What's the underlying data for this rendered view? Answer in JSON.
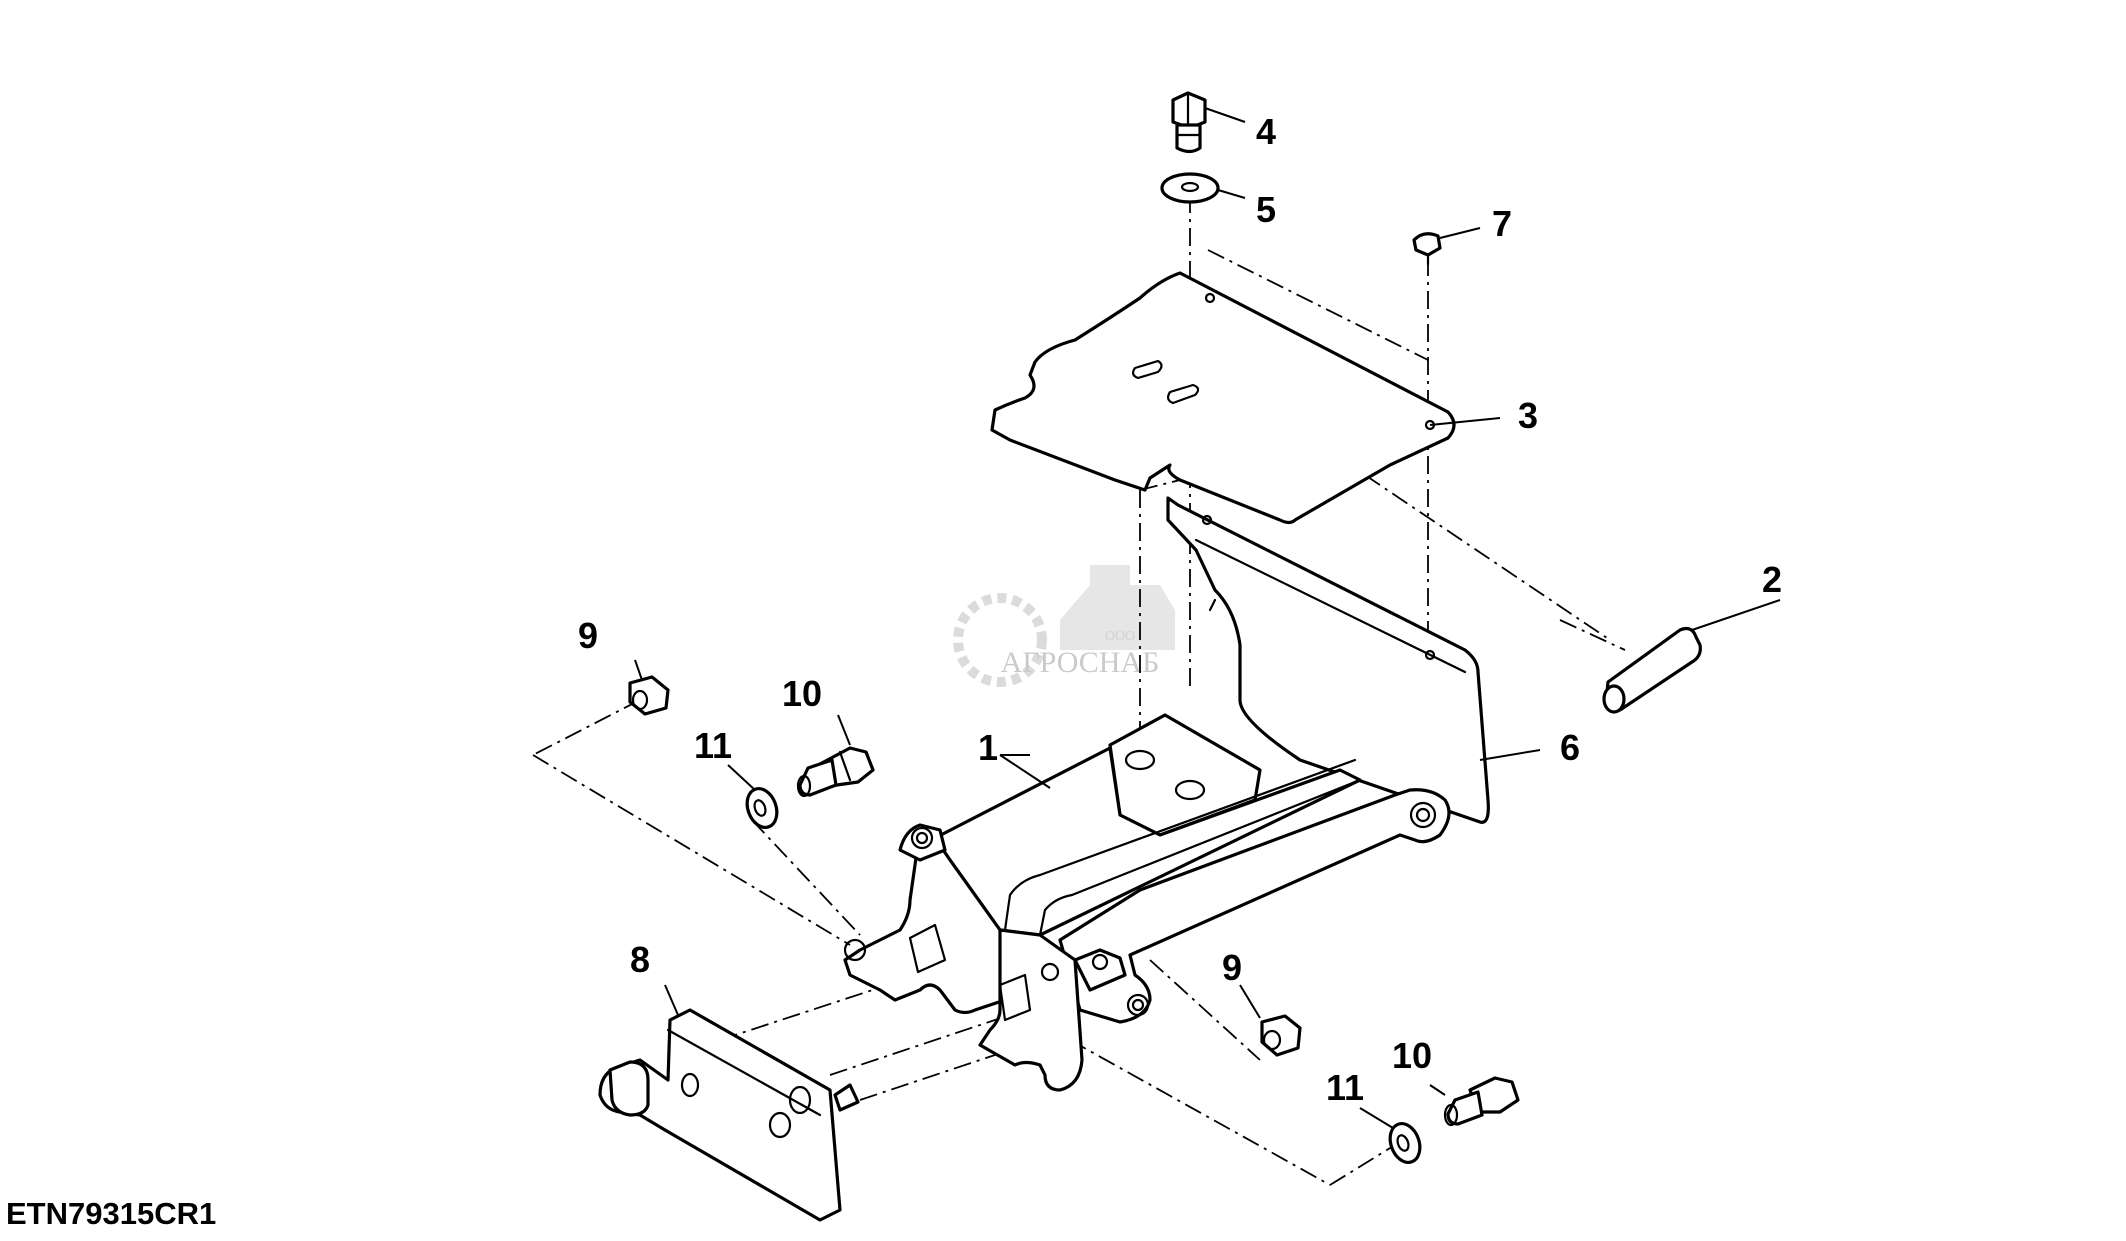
{
  "figure": {
    "id": "ETN79315CR1"
  },
  "callouts": {
    "c1": "1",
    "c2": "2",
    "c3": "3",
    "c4": "4",
    "c5": "5",
    "c6": "6",
    "c7": "7",
    "c8": "8",
    "c9a": "9",
    "c9b": "9",
    "c10a": "10",
    "c10b": "10",
    "c11a": "11",
    "c11b": "11"
  },
  "watermark": {
    "small_text": "ООО",
    "brand": "АГРОСНАБ"
  },
  "colors": {
    "line": "#000000",
    "background": "#ffffff",
    "watermark": "#c8c8c8"
  }
}
